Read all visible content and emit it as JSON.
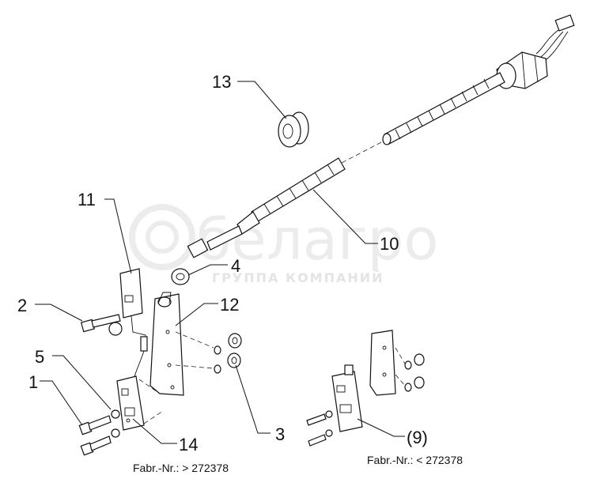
{
  "watermark": {
    "brand": "белагро",
    "tagline": "ГРУППА КОМПАНИЙ"
  },
  "callouts": {
    "c1": "1",
    "c2": "2",
    "c3": "3",
    "c4": "4",
    "c5": "5",
    "c9": "(9)",
    "c10": "10",
    "c11": "11",
    "c12": "12",
    "c13": "13",
    "c14": "14"
  },
  "captions": {
    "left": "Fabr.-Nr.: > 272378",
    "right": "Fabr.-Nr.: < 272378"
  }
}
